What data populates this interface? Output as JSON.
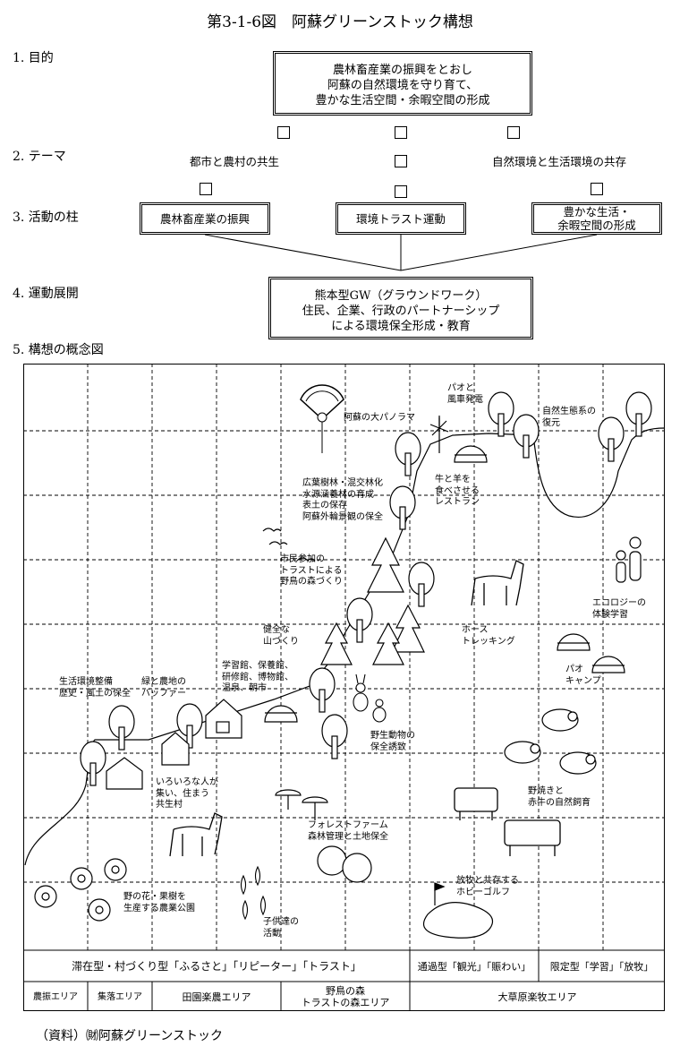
{
  "title": "第3-1-6図　阿蘇グリーンストック構想",
  "sections": {
    "s1": "1. 目的",
    "s2": "2. テーマ",
    "s3": "3. 活動の柱",
    "s4": "4. 運動展開",
    "s5": "5. 構想の概念図"
  },
  "purpose": {
    "line1": "農林畜産業の振興をとおし",
    "line2": "阿蘇の自然環境を守り育て、",
    "line3": "豊かな生活空間・余暇空間の形成"
  },
  "themes": {
    "left": "都市と農村の共生",
    "right": "自然環境と生活環境の共存"
  },
  "pillars": {
    "p1": "農林畜産業の振興",
    "p2": "環境トラスト運動",
    "p3_line1": "豊かな生活・",
    "p3_line2": "余暇空間の形成"
  },
  "movement": {
    "line1": "熊本型GW（グラウンドワーク）",
    "line2": "住民、企業、行政のパートナーシップ",
    "line3": "による環境保全形成・教育"
  },
  "concept_labels": {
    "panorama": "阿蘇の大パノラマ",
    "wind": "パオと\n風車発電",
    "ecosystem": "自然生態系の\n復元",
    "restaurant": "牛と羊を\n食べさせる\nレストラン",
    "forest": "広葉樹林・混交林化\n水源涵養林の育成\n表土の保存\n阿蘇外輪景観の保全",
    "citizen_trust": "市民参加の\nトラストによる\n野鳥の森づくり",
    "ecology": "エコロジーの\n体験学習",
    "healthy_mountain": "健全な\n山づくり",
    "horse_trekking": "ホース\nトレッキング",
    "pao_camp": "パオ\nキャンプ",
    "living_env": "生活環境整備\n歴史・風土の保全",
    "green_buffer": "緑と農地の\nバッファー",
    "facilities": "学習館、保養館、\n研修館、博物館、\n温泉、朝市",
    "wildlife": "野生動物の\n保全誘致",
    "village": "いろいろな人が\n集い、住まう\n共生村",
    "grazing": "野焼きと\n赤牛の自然飼育",
    "forest_farm": "フォレストファーム\n森林管理と土地保全",
    "flower_park": "野の花・果樹を\n生産する農業公園",
    "kids": "子供達の\n活動",
    "golf": "放牧と共存する\nホビーゴルフ"
  },
  "bands": {
    "stay": "滞在型・村づくり型「ふるさと」「リピーター」「トラスト」",
    "pass": "通過型「観光」「賑わい」",
    "limited": "限定型「学習」「放牧」"
  },
  "zones": {
    "z1": "農振エリア",
    "z2": "集落エリア",
    "z3": "田園楽農エリア",
    "z4": "野鳥の森\nトラストの森エリア",
    "z5": "大草原楽牧エリア"
  },
  "source": "（資料）㈶阿蘇グリーンストック"
}
